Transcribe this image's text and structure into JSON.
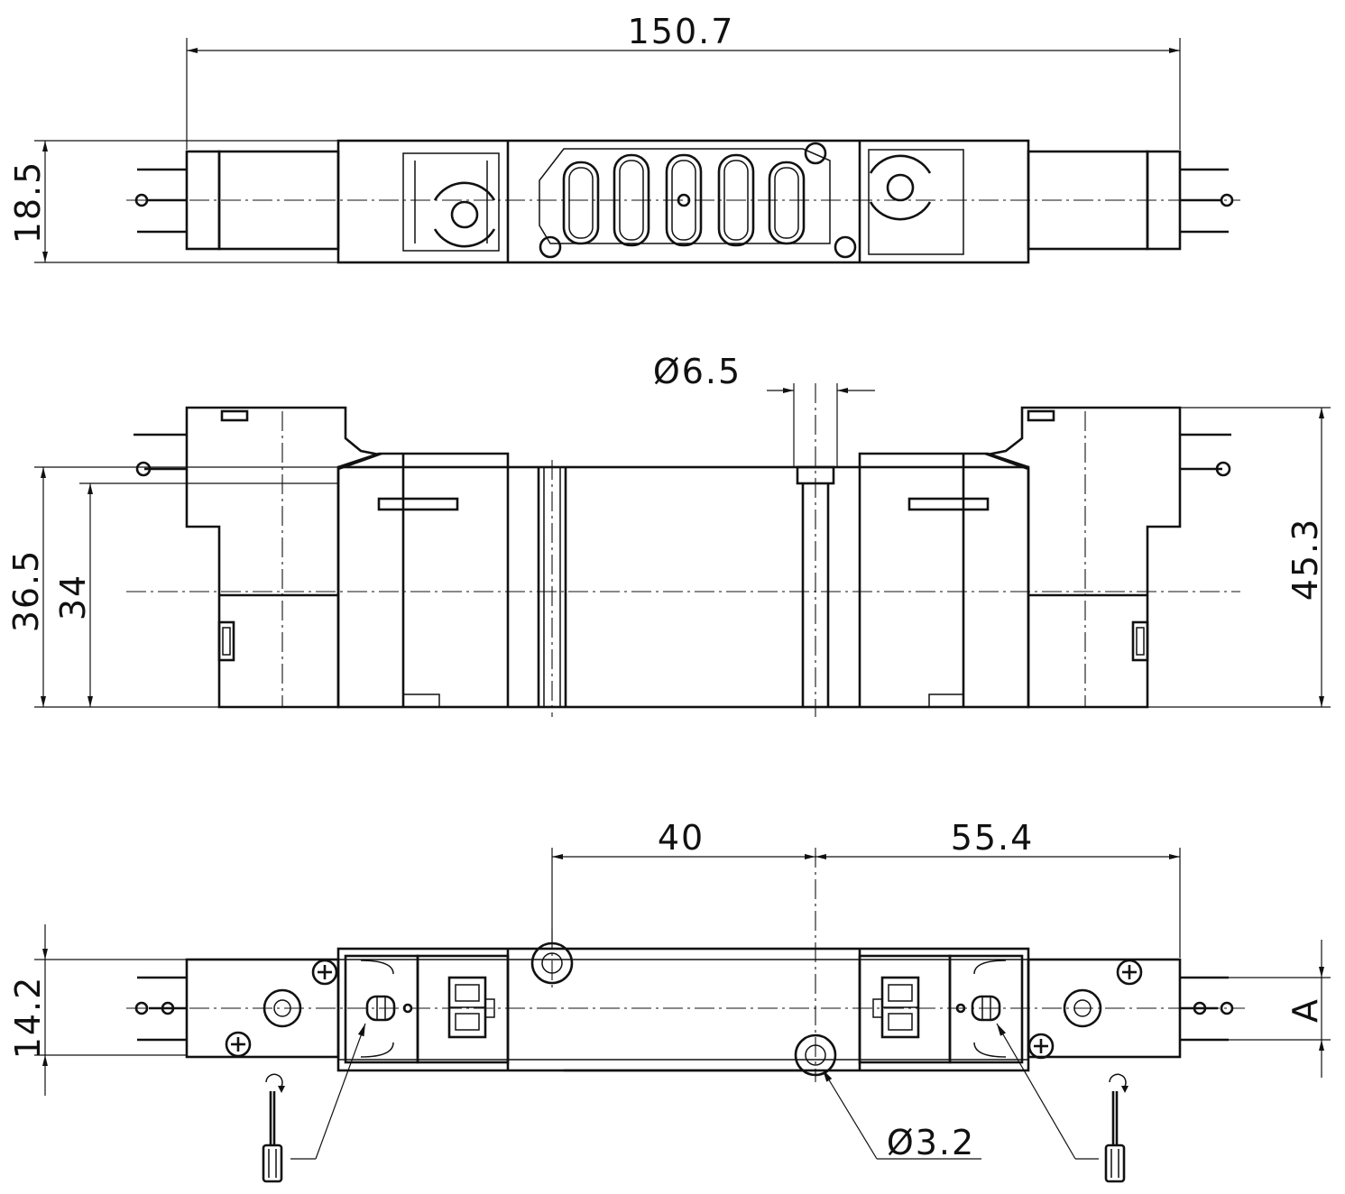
{
  "colors": {
    "line": "#111111",
    "background": "#ffffff"
  },
  "top_view": {
    "width": "150.7",
    "height": "18.5"
  },
  "front_view": {
    "bore": "Ø6.5",
    "height_total": "45.3",
    "height_body": "36.5",
    "height_mount": "34"
  },
  "bottom_view": {
    "spacing_left": "40",
    "spacing_right": "55.4",
    "width": "14.2",
    "hole": "Ø3.2",
    "ref": "A"
  }
}
